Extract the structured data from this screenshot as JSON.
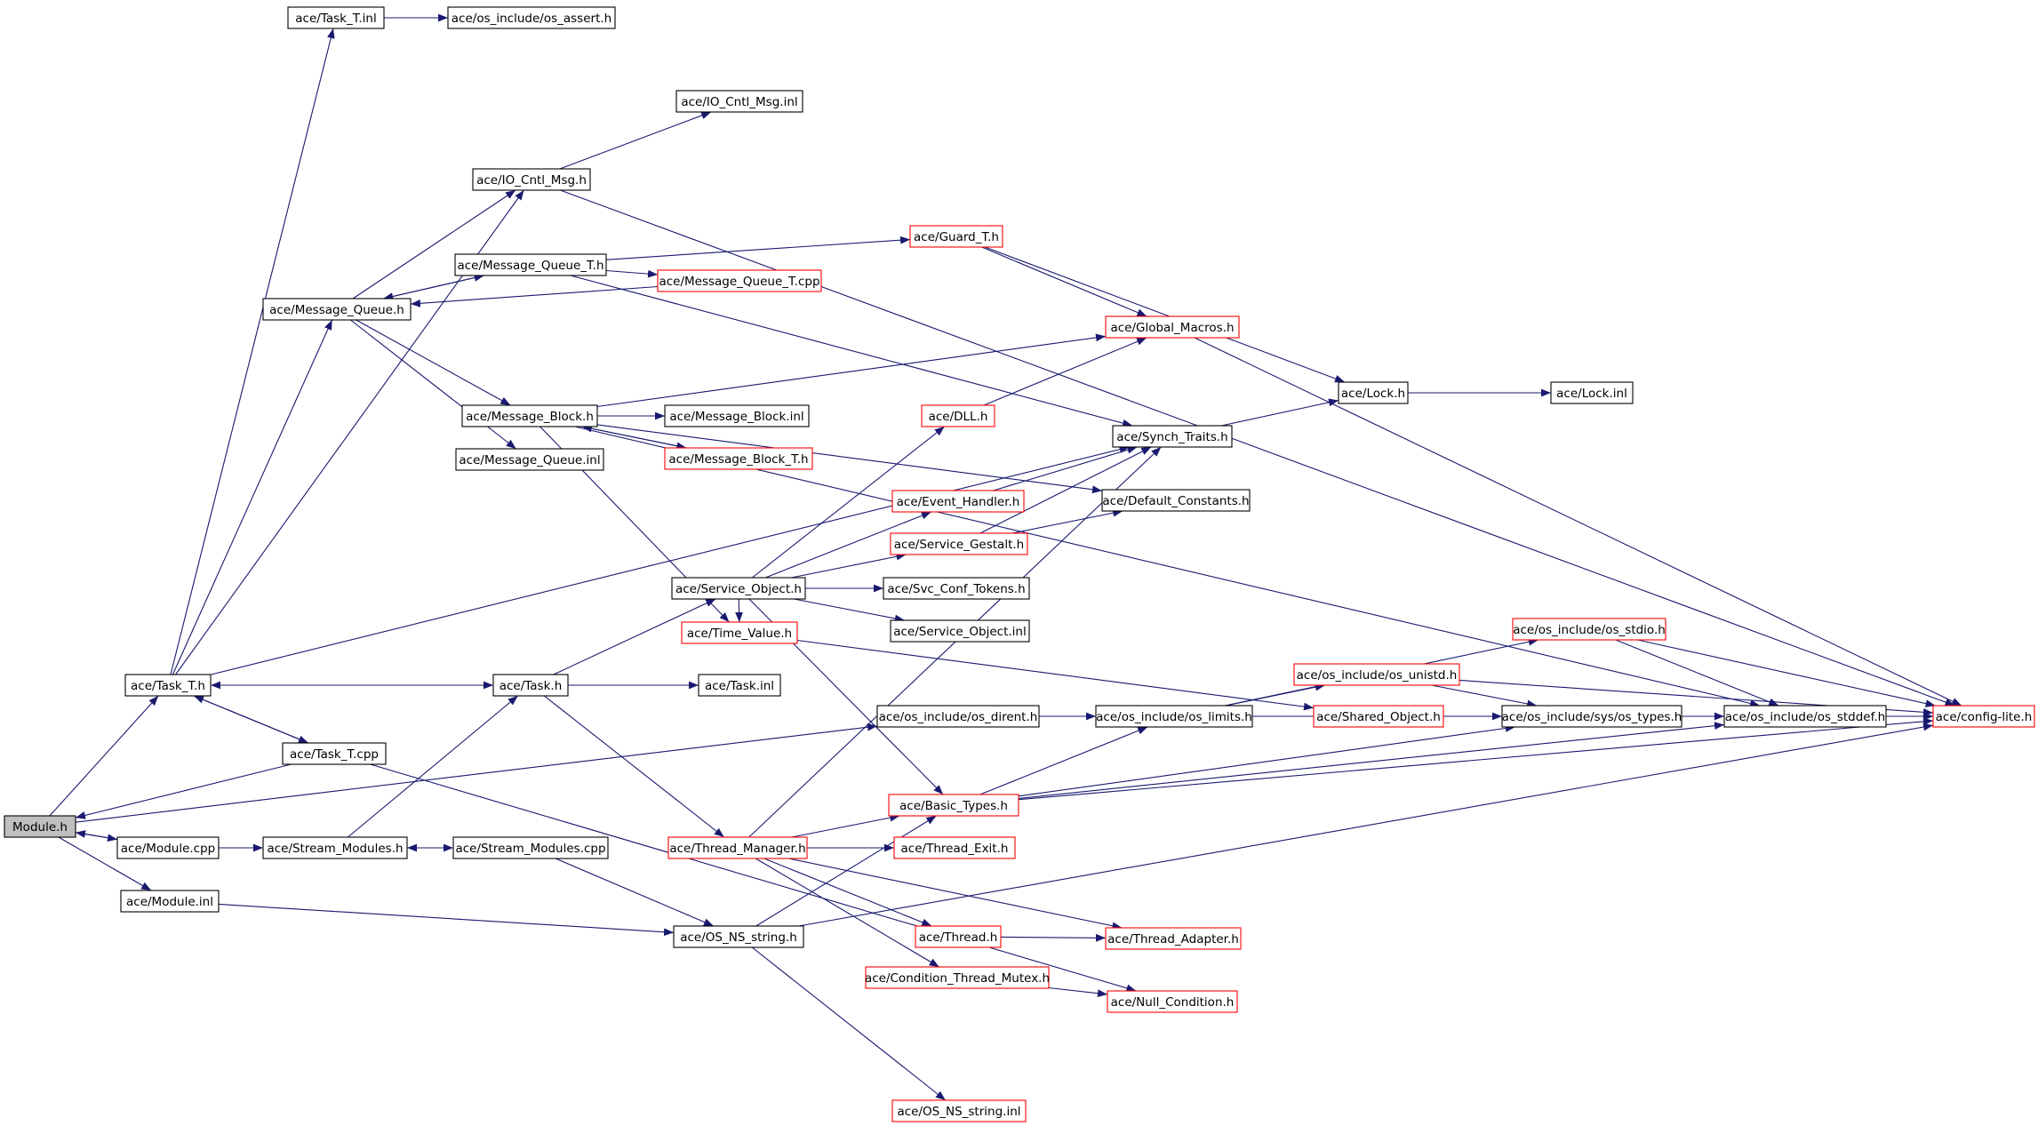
{
  "colors": {
    "edge": "#191970",
    "node_border": "#000000",
    "node_border_truncated": "#ff0000",
    "root_fill": "#bfbfbf",
    "node_fill": "#ffffff"
  },
  "nodes": [
    {
      "id": "module_h",
      "label": "Module.h",
      "root": true,
      "truncated": false
    },
    {
      "id": "task_t_inl",
      "label": "ace/Task_T.inl",
      "truncated": false
    },
    {
      "id": "os_assert",
      "label": "ace/os_include/os_assert.h",
      "truncated": false
    },
    {
      "id": "io_cntl_msg_inl",
      "label": "ace/IO_Cntl_Msg.inl",
      "truncated": false
    },
    {
      "id": "io_cntl_msg_h",
      "label": "ace/IO_Cntl_Msg.h",
      "truncated": false
    },
    {
      "id": "guard_t_h",
      "label": "ace/Guard_T.h",
      "truncated": true
    },
    {
      "id": "message_queue_t_h",
      "label": "ace/Message_Queue_T.h",
      "truncated": false
    },
    {
      "id": "message_queue_t_cpp",
      "label": "ace/Message_Queue_T.cpp",
      "truncated": true
    },
    {
      "id": "message_queue_h",
      "label": "ace/Message_Queue.h",
      "truncated": false
    },
    {
      "id": "global_macros_h",
      "label": "ace/Global_Macros.h",
      "truncated": true
    },
    {
      "id": "lock_h",
      "label": "ace/Lock.h",
      "truncated": false
    },
    {
      "id": "lock_inl",
      "label": "ace/Lock.inl",
      "truncated": false
    },
    {
      "id": "message_block_h",
      "label": "ace/Message_Block.h",
      "truncated": false
    },
    {
      "id": "message_block_inl",
      "label": "ace/Message_Block.inl",
      "truncated": false
    },
    {
      "id": "dll_h",
      "label": "ace/DLL.h",
      "truncated": true
    },
    {
      "id": "synch_traits_h",
      "label": "ace/Synch_Traits.h",
      "truncated": false
    },
    {
      "id": "message_queue_inl",
      "label": "ace/Message_Queue.inl",
      "truncated": false
    },
    {
      "id": "message_block_t_h",
      "label": "ace/Message_Block_T.h",
      "truncated": true
    },
    {
      "id": "event_handler_h",
      "label": "ace/Event_Handler.h",
      "truncated": true
    },
    {
      "id": "default_constants_h",
      "label": "ace/Default_Constants.h",
      "truncated": false
    },
    {
      "id": "service_gestalt_h",
      "label": "ace/Service_Gestalt.h",
      "truncated": true
    },
    {
      "id": "service_object_h",
      "label": "ace/Service_Object.h",
      "truncated": false
    },
    {
      "id": "svc_conf_tokens_h",
      "label": "ace/Svc_Conf_Tokens.h",
      "truncated": false
    },
    {
      "id": "service_object_inl",
      "label": "ace/Service_Object.inl",
      "truncated": false
    },
    {
      "id": "time_value_h",
      "label": "ace/Time_Value.h",
      "truncated": true
    },
    {
      "id": "os_stdio_h",
      "label": "ace/os_include/os_stdio.h",
      "truncated": true
    },
    {
      "id": "task_t_h",
      "label": "ace/Task_T.h",
      "truncated": false
    },
    {
      "id": "task_h",
      "label": "ace/Task.h",
      "truncated": false
    },
    {
      "id": "task_inl",
      "label": "ace/Task.inl",
      "truncated": false
    },
    {
      "id": "os_unistd_h",
      "label": "ace/os_include/os_unistd.h",
      "truncated": true
    },
    {
      "id": "os_dirent_h",
      "label": "ace/os_include/os_dirent.h",
      "truncated": false
    },
    {
      "id": "os_limits_h",
      "label": "ace/os_include/os_limits.h",
      "truncated": false
    },
    {
      "id": "shared_object_h",
      "label": "ace/Shared_Object.h",
      "truncated": true
    },
    {
      "id": "os_types_h",
      "label": "ace/os_include/sys/os_types.h",
      "truncated": false
    },
    {
      "id": "os_stddef_h",
      "label": "ace/os_include/os_stddef.h",
      "truncated": false
    },
    {
      "id": "config_lite_h",
      "label": "ace/config-lite.h",
      "truncated": true
    },
    {
      "id": "task_t_cpp",
      "label": "ace/Task_T.cpp",
      "truncated": false
    },
    {
      "id": "basic_types_h",
      "label": "ace/Basic_Types.h",
      "truncated": true
    },
    {
      "id": "module_cpp",
      "label": "ace/Module.cpp",
      "truncated": false
    },
    {
      "id": "stream_modules_h",
      "label": "ace/Stream_Modules.h",
      "truncated": false
    },
    {
      "id": "stream_modules_cpp",
      "label": "ace/Stream_Modules.cpp",
      "truncated": false
    },
    {
      "id": "thread_manager_h",
      "label": "ace/Thread_Manager.h",
      "truncated": true
    },
    {
      "id": "thread_exit_h",
      "label": "ace/Thread_Exit.h",
      "truncated": true
    },
    {
      "id": "module_inl",
      "label": "ace/Module.inl",
      "truncated": false
    },
    {
      "id": "thread_h",
      "label": "ace/Thread.h",
      "truncated": true
    },
    {
      "id": "thread_adapter_h",
      "label": "ace/Thread_Adapter.h",
      "truncated": true
    },
    {
      "id": "os_ns_string_h",
      "label": "ace/OS_NS_string.h",
      "truncated": false
    },
    {
      "id": "condition_thread_mutex_h",
      "label": "ace/Condition_Thread_Mutex.h",
      "truncated": true
    },
    {
      "id": "null_condition_h",
      "label": "ace/Null_Condition.h",
      "truncated": true
    },
    {
      "id": "os_ns_string_inl",
      "label": "ace/OS_NS_string.inl",
      "truncated": true
    }
  ],
  "edges": [
    [
      "module_h",
      "task_t_h"
    ],
    [
      "module_h",
      "module_cpp"
    ],
    [
      "module_h",
      "module_inl"
    ],
    [
      "module_h",
      "os_dirent_h"
    ],
    [
      "task_t_cpp",
      "module_h"
    ],
    [
      "module_cpp",
      "module_h"
    ],
    [
      "task_t_inl",
      "os_assert"
    ],
    [
      "task_t_h",
      "task_t_inl"
    ],
    [
      "task_t_h",
      "io_cntl_msg_h"
    ],
    [
      "task_t_h",
      "message_queue_h"
    ],
    [
      "task_t_h",
      "synch_traits_h"
    ],
    [
      "task_t_h",
      "task_h"
    ],
    [
      "task_t_h",
      "task_t_cpp"
    ],
    [
      "task_h",
      "task_t_h"
    ],
    [
      "task_t_cpp",
      "task_t_h"
    ],
    [
      "io_cntl_msg_h",
      "io_cntl_msg_inl"
    ],
    [
      "io_cntl_msg_h",
      "config_lite_h"
    ],
    [
      "message_queue_h",
      "io_cntl_msg_h"
    ],
    [
      "message_queue_h",
      "message_queue_t_h"
    ],
    [
      "message_queue_h",
      "message_block_h"
    ],
    [
      "message_queue_h",
      "message_queue_inl"
    ],
    [
      "message_queue_t_h",
      "message_queue_h"
    ],
    [
      "message_queue_t_h",
      "message_queue_t_cpp"
    ],
    [
      "message_queue_t_h",
      "guard_t_h"
    ],
    [
      "message_queue_t_h",
      "synch_traits_h"
    ],
    [
      "message_queue_t_cpp",
      "message_queue_h"
    ],
    [
      "guard_t_h",
      "global_macros_h"
    ],
    [
      "guard_t_h",
      "lock_h"
    ],
    [
      "global_macros_h",
      "config_lite_h"
    ],
    [
      "lock_h",
      "lock_inl"
    ],
    [
      "synch_traits_h",
      "lock_h"
    ],
    [
      "message_block_h",
      "message_block_inl"
    ],
    [
      "message_block_h",
      "message_block_t_h"
    ],
    [
      "message_block_h",
      "global_macros_h"
    ],
    [
      "message_block_h",
      "default_constants_h"
    ],
    [
      "message_block_h",
      "time_value_h"
    ],
    [
      "message_block_h",
      "os_stddef_h"
    ],
    [
      "message_block_t_h",
      "message_block_h"
    ],
    [
      "dll_h",
      "global_macros_h"
    ],
    [
      "event_handler_h",
      "synch_traits_h"
    ],
    [
      "service_gestalt_h",
      "synch_traits_h"
    ],
    [
      "service_gestalt_h",
      "default_constants_h"
    ],
    [
      "service_object_h",
      "dll_h"
    ],
    [
      "service_object_h",
      "event_handler_h"
    ],
    [
      "service_object_h",
      "service_gestalt_h"
    ],
    [
      "service_object_h",
      "svc_conf_tokens_h"
    ],
    [
      "service_object_h",
      "service_object_inl"
    ],
    [
      "service_object_h",
      "time_value_h"
    ],
    [
      "service_object_h",
      "basic_types_h"
    ],
    [
      "time_value_h",
      "shared_object_h"
    ],
    [
      "task_h",
      "service_object_h"
    ],
    [
      "task_h",
      "task_inl"
    ],
    [
      "task_h",
      "thread_manager_h"
    ],
    [
      "stream_modules_h",
      "task_h"
    ],
    [
      "module_cpp",
      "stream_modules_h"
    ],
    [
      "stream_modules_cpp",
      "stream_modules_h"
    ],
    [
      "stream_modules_h",
      "stream_modules_cpp"
    ],
    [
      "stream_modules_cpp",
      "os_ns_string_h"
    ],
    [
      "os_dirent_h",
      "os_limits_h"
    ],
    [
      "os_limits_h",
      "os_unistd_h"
    ],
    [
      "os_limits_h",
      "os_stdio_h"
    ],
    [
      "os_limits_h",
      "config_lite_h"
    ],
    [
      "os_unistd_h",
      "os_types_h"
    ],
    [
      "os_unistd_h",
      "config_lite_h"
    ],
    [
      "os_stdio_h",
      "os_stddef_h"
    ],
    [
      "os_stdio_h",
      "config_lite_h"
    ],
    [
      "shared_object_h",
      "os_types_h"
    ],
    [
      "os_types_h",
      "os_stddef_h"
    ],
    [
      "os_types_h",
      "config_lite_h"
    ],
    [
      "os_stddef_h",
      "config_lite_h"
    ],
    [
      "basic_types_h",
      "os_limits_h"
    ],
    [
      "basic_types_h",
      "os_types_h"
    ],
    [
      "basic_types_h",
      "os_stddef_h"
    ],
    [
      "basic_types_h",
      "config_lite_h"
    ],
    [
      "thread_manager_h",
      "basic_types_h"
    ],
    [
      "thread_manager_h",
      "thread_exit_h"
    ],
    [
      "thread_manager_h",
      "thread_h"
    ],
    [
      "thread_manager_h",
      "thread_adapter_h"
    ],
    [
      "thread_manager_h",
      "condition_thread_mutex_h"
    ],
    [
      "thread_manager_h",
      "synch_traits_h"
    ],
    [
      "thread_h",
      "thread_adapter_h"
    ],
    [
      "condition_thread_mutex_h",
      "null_condition_h"
    ],
    [
      "task_t_cpp",
      "null_condition_h"
    ],
    [
      "module_inl",
      "os_ns_string_h"
    ],
    [
      "os_ns_string_h",
      "basic_types_h"
    ],
    [
      "os_ns_string_h",
      "os_ns_string_inl"
    ],
    [
      "os_ns_string_h",
      "config_lite_h"
    ]
  ]
}
